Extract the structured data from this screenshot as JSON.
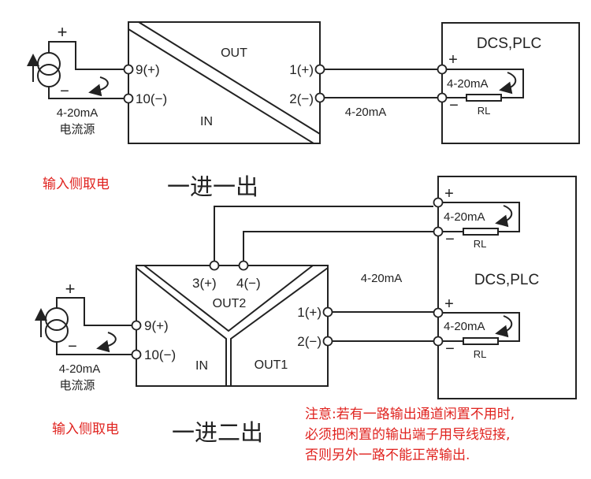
{
  "diagram1": {
    "title": "一进一出",
    "power_note": "输入侧取电",
    "source": {
      "plus": "+",
      "minus": "−",
      "current_label": "4-20mA",
      "name": "电流源"
    },
    "module": {
      "out_label": "OUT",
      "in_label": "IN",
      "terminals": {
        "in_plus": "9(+)",
        "in_minus": "10(−)",
        "out_plus": "1(+)",
        "out_minus": "2(−)"
      }
    },
    "line_label": "4-20mA",
    "receiver": {
      "name": "DCS,PLC",
      "plus": "+",
      "minus": "−",
      "loop_label": "4-20mA",
      "resistor_label": "RL"
    }
  },
  "diagram2": {
    "title": "一进二出",
    "power_note": "输入侧取电",
    "source": {
      "plus": "+",
      "minus": "−",
      "current_label": "4-20mA",
      "name": "电流源"
    },
    "module": {
      "out2_label": "OUT2",
      "out1_label": "OUT1",
      "in_label": "IN",
      "terminals": {
        "out2_plus": "3(+)",
        "out2_minus": "4(−)",
        "in_plus": "9(+)",
        "in_minus": "10(−)",
        "out1_plus": "1(+)",
        "out1_minus": "2(−)"
      }
    },
    "line_label": "4-20mA",
    "receiver": {
      "name": "DCS,PLC",
      "channels": [
        {
          "plus": "+",
          "minus": "−",
          "loop_label": "4-20mA",
          "resistor_label": "RL"
        },
        {
          "plus": "+",
          "minus": "−",
          "loop_label": "4-20mA",
          "resistor_label": "RL"
        }
      ]
    }
  },
  "notice": {
    "lines": [
      "注意:若有一路输出通道闲置不用时,",
      "必须把闲置的输出端子用导线短接,",
      "否则另外一路不能正常输出."
    ]
  },
  "colors": {
    "line": "#222222",
    "note_red": "#e0231f"
  }
}
